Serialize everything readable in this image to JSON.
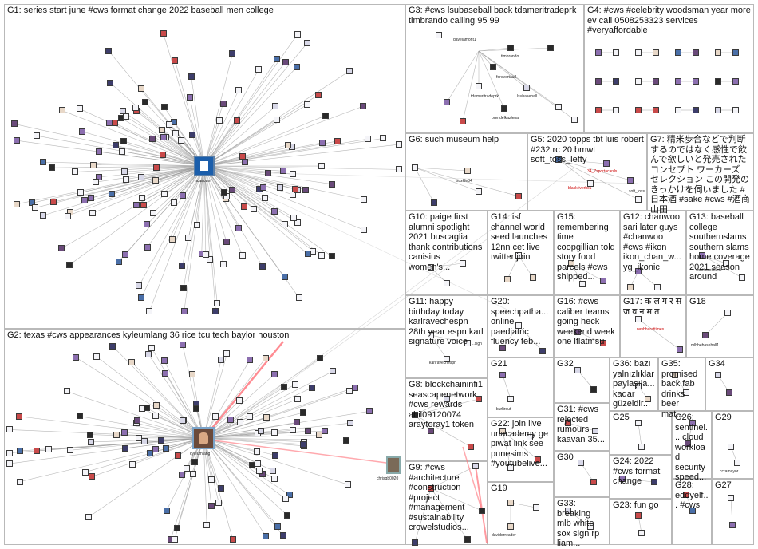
{
  "groups": [
    {
      "id": "G1",
      "label": "G1: series start june #cws format change 2022 baseball men college",
      "hub": "ncaacws"
    },
    {
      "id": "G2",
      "label": "G2: texas #cws appearances kyleumlang 36 rice tcu tech baylor houston",
      "hub": "kyleumlang",
      "extra": "chrisgb0020"
    },
    {
      "id": "G3",
      "label": "G3: #cws lsubaseball back tdameritradeprk timbrando calling 95 99",
      "nodes": [
        "davelamont1",
        "timbrando",
        "forevertau2",
        "tdameritradeprk",
        "lsubaseball",
        "brendelkazlena"
      ]
    },
    {
      "id": "G4",
      "label": "G4: #cws #celebrity woodsman year more ev call 0508253323 services #veryaffordable"
    },
    {
      "id": "G5",
      "label": "G5: 2020 topps tbt luis robert #232 rc 20 bmwt soft_toss_lefty",
      "nodes": [
        "34_7sportacards",
        "blackriverbc1",
        "soft_toss..."
      ]
    },
    {
      "id": "G6",
      "label": "G6: such museum help",
      "nodes": [
        "sozlife84"
      ]
    },
    {
      "id": "G7",
      "label": "G7: 精米歩合などで判断するのではなく感性で飲んで欲しいと発売された コンセプト ワーカーズ セレクション この開発のきっかけを伺いました #日本酒 #sake #cws #酒商山田"
    },
    {
      "id": "G10",
      "label": "G10: paige first alumni spotlight 2021 buscaglia thank contributions canisius women's..."
    },
    {
      "id": "G14",
      "label": "G14: isf channel world seed launches 12nn cet live twitter join"
    },
    {
      "id": "G15",
      "label": "G15: remembering time coopgillian told story food parcels #cws shipped..."
    },
    {
      "id": "G12",
      "label": "G12: chanwoo sari later guys #chanwoo #cws #ikon ikon_chan_w... yg_ikonic"
    },
    {
      "id": "G13",
      "label": "G13: baseball college southernslams southern slams home coverage 2021 season around",
      "nodes": [
        "southernslams"
      ]
    },
    {
      "id": "G11",
      "label": "G11: happy birthday today karlravechespn 28th year espn karl signature voice",
      "nodes": [
        "karlravechespn",
        "..sign"
      ]
    },
    {
      "id": "G20",
      "label": "G20: speechpatha... online paediatric fluency feb..."
    },
    {
      "id": "G16",
      "label": "G16: #cws caliber teams going heck weekend week one lflatmsu"
    },
    {
      "id": "G17",
      "label": "G17: क ल ग र स ज व न म त",
      "nodes": [
        "navbharattimes"
      ]
    },
    {
      "id": "G18",
      "label": "G18",
      "nodes": [
        "mlbbebaseball1"
      ]
    },
    {
      "id": "G8",
      "label": "G8: blockchaininfi1 seascapenetwork #cws rewards abil09120074 araytoray1 token"
    },
    {
      "id": "G21",
      "label": "G21",
      "nodes": [
        "burltrout"
      ]
    },
    {
      "id": "G32",
      "label": "G32"
    },
    {
      "id": "G36",
      "label": "G36: bazı yalnızlıklar paylaşıla... kadar güzeldir..."
    },
    {
      "id": "G35",
      "label": "G35: promised back fab drinks beer mat..."
    },
    {
      "id": "G34",
      "label": "G34"
    },
    {
      "id": "G22",
      "label": "G22: join live unacademy ge piwat link see punesims #youtubelive..."
    },
    {
      "id": "G31",
      "label": "G31: #cws rejected rumours kaavan 35..."
    },
    {
      "id": "G25",
      "label": "G25"
    },
    {
      "id": "G26",
      "label": "G26: sentinel... cloud workload security speed..."
    },
    {
      "id": "G29",
      "label": "G29",
      "nodes": [
        "ccramayor"
      ]
    },
    {
      "id": "G9",
      "label": "G9: #cws #architecture #construction #project #management #sustainability crowelstudios..."
    },
    {
      "id": "G30",
      "label": "G30"
    },
    {
      "id": "G24",
      "label": "G24: 2022 #cws format change"
    },
    {
      "id": "G28",
      "label": "G28: eddyelf... #cws"
    },
    {
      "id": "G27",
      "label": "G27"
    },
    {
      "id": "G19",
      "label": "G19",
      "nodes": [
        "daviddrreader"
      ]
    },
    {
      "id": "G33",
      "label": "G33: breaking mlb white sox sign rp liam..."
    },
    {
      "id": "G23",
      "label": "G23: fun go"
    }
  ],
  "colors": {
    "border": "#b9b9b9",
    "edge": "#9a9a9a",
    "red_edge": "#ff6f78",
    "node": "#8c6fb0",
    "hub_border": "#5a7fa8"
  }
}
